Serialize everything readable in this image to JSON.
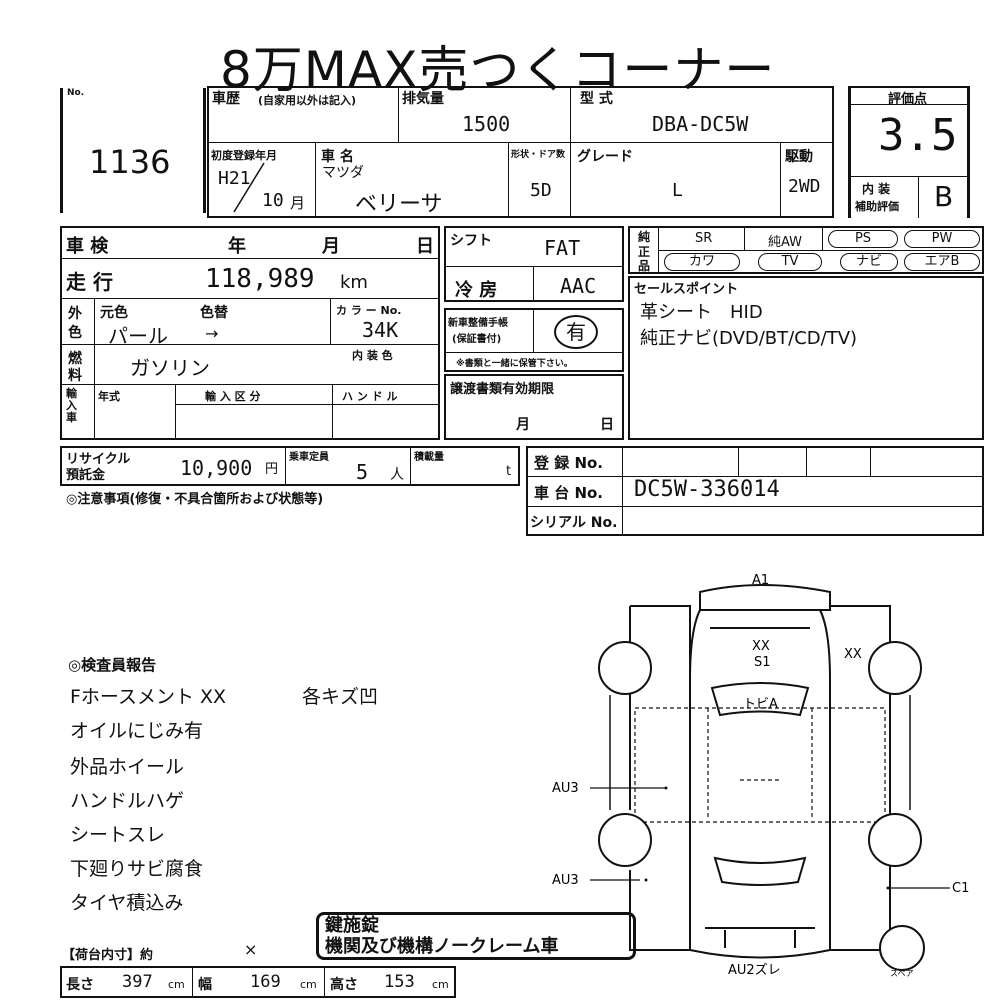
{
  "title": "8万MAX売つくコーナー",
  "lot": {
    "no_label": "No.",
    "number": "1136"
  },
  "history": {
    "label": "車歴",
    "note": "(自家用以外は記入)"
  },
  "displacement": {
    "label": "排気量",
    "value": "1500"
  },
  "model_type": {
    "label": "型 式",
    "value": "DBA-DC5W"
  },
  "rating": {
    "label": "評価点",
    "value": "3.5",
    "interior_label1": "内 装",
    "interior_label2": "補助評価",
    "interior_value": "B"
  },
  "first_reg": {
    "label": "初度登録年月",
    "era": "H21",
    "month": "10",
    "month_unit": "月"
  },
  "car_name": {
    "label": "車 名",
    "maker": "マツダ",
    "name": "ベリーサ"
  },
  "shape": {
    "label": "形状・ドア数",
    "value": "5D"
  },
  "grade": {
    "label": "グレード",
    "value": "L"
  },
  "drive": {
    "label": "駆動",
    "value": "2WD"
  },
  "inspection": {
    "label": "車 検",
    "year": "年",
    "month": "月",
    "day": "日"
  },
  "shift": {
    "label": "シフト",
    "value": "FAT"
  },
  "genuine": {
    "label1": "純",
    "label2": "正",
    "label3": "品",
    "items": [
      "SR",
      "純AW",
      "PS",
      "PW",
      "カワ",
      "TV",
      "ナビ",
      "エアB"
    ]
  },
  "mileage": {
    "label": "走 行",
    "value": "118,989",
    "unit": "km"
  },
  "ac": {
    "label": "冷 房",
    "value": "AAC"
  },
  "sales_point": {
    "label": "セールスポイント",
    "line1": "革シート　HID",
    "line2": "純正ナビ(DVD/BT/CD/TV)"
  },
  "color": {
    "label1": "外",
    "label2": "色",
    "orig_label": "元色",
    "change_label": "色替",
    "orig": "パール",
    "arrow": "→",
    "code_label": "カ ラ ー No.",
    "code": "34K"
  },
  "manual": {
    "label1": "新車整備手帳",
    "label2": "(保証書付)",
    "value": "有",
    "note": "※書類と一緒に保管下さい。"
  },
  "fuel": {
    "label1": "燃",
    "label2": "料",
    "value": "ガソリン",
    "interior_color_label": "内 装 色"
  },
  "transfer": {
    "label": "譲渡書類有効期限",
    "month": "月",
    "day": "日"
  },
  "import": {
    "label": "輸入車",
    "year_label": "年式",
    "class_label": "輸 入 区 分",
    "handle_label": "ハ ン ド ル"
  },
  "recycle": {
    "label1": "リサイクル",
    "label2": "預託金",
    "value": "10,900",
    "unit": "円"
  },
  "capacity": {
    "label": "乗車定員",
    "value": "5",
    "unit": "人"
  },
  "load": {
    "label": "積載量",
    "unit": "t"
  },
  "registration": {
    "label": "登 録 No.",
    "chassis_label": "車 台 No.",
    "chassis": "DC5W-336014",
    "serial_label": "シリアル No."
  },
  "notes_label": "◎注意事項(修復・不具合箇所および状態等)",
  "inspector": {
    "title": "◎検査員報告",
    "items": [
      "Fホースメント XX",
      "オイルにじみ有",
      "外品ホイール",
      "ハンドルハゲ",
      "シートスレ",
      "下廻りサビ腐食",
      "タイヤ積込み"
    ],
    "extra": "各キズ凹"
  },
  "stamp": {
    "line1": "鍵施錠",
    "line2": "機関及び機構ノークレーム車"
  },
  "cargo": {
    "label": "【荷台内寸】約",
    "x": "×",
    "length_label": "長さ",
    "length": "397",
    "width_label": "幅",
    "width": "169",
    "height_label": "高さ",
    "height": "153",
    "unit": "cm"
  },
  "diagram": {
    "a1": "A1",
    "xx_s1_1": "XX",
    "xx_s1_2": "S1",
    "xx_right": "XX",
    "tobi": "トビA",
    "au3_a": "AU3",
    "au3_b": "AU3",
    "c1": "C1",
    "au2": "AU2ズレ",
    "spare": "スペア"
  }
}
